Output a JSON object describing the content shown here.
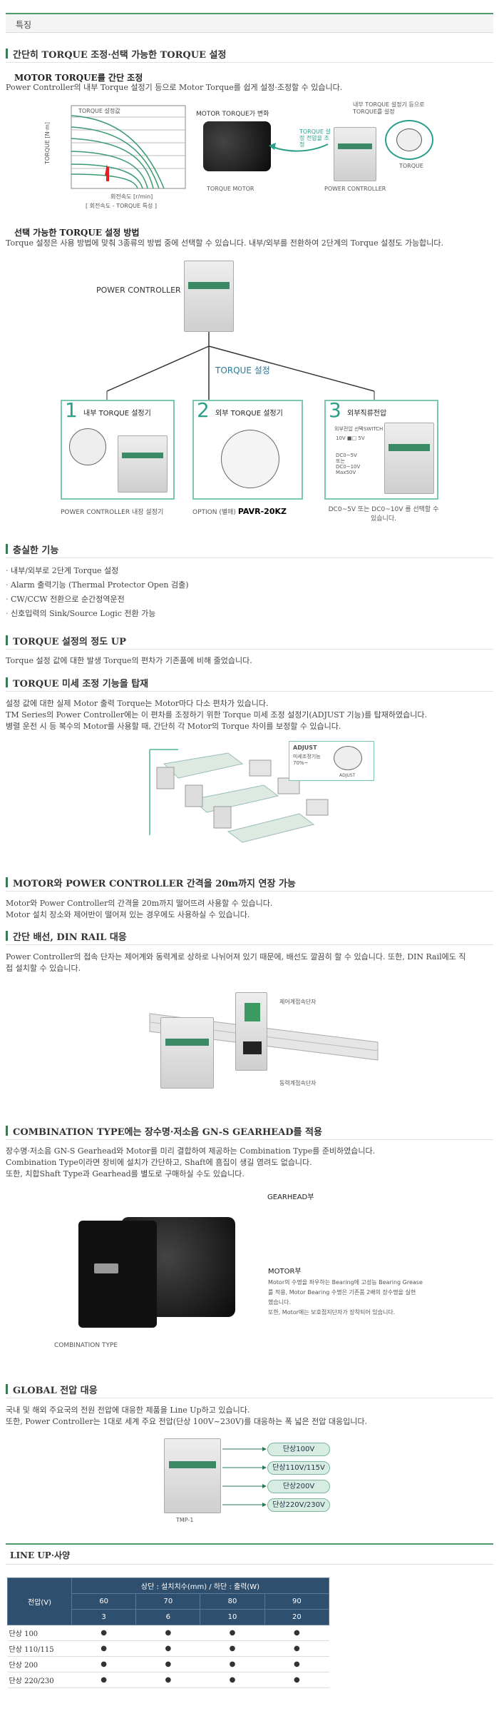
{
  "tab": {
    "label": "특징"
  },
  "s1": {
    "title": "간단히 TORQUE 조정·선택 가능한 TORQUE 설정",
    "sub1": "MOTOR TORQUE를 간단 조정",
    "p1": "Power Controller의 내부 Torque 설정기 등으로 Motor Torque를 쉽게 설정·조정할 수 있습니다.",
    "chart_caption": "[ 회전속도 - TORQUE 특성 ]",
    "chart_ylabel": "TORQUE [N·m]",
    "chart_xlabel": "회전속도 [r/min]",
    "chart_legend": "TORQUE 설정값",
    "fig_motor_title": "MOTOR TORQUE가 변화",
    "fig_arrow_label": "TORQUE 설정 전압을 조정",
    "fig_motor_label": "TORQUE MOTOR",
    "fig_pc_note": "내부 TORQUE 설정기 등으로 TORQUE를 설정",
    "fig_pc_label": "POWER CONTROLLER",
    "fig_dial_label": "TORQUE",
    "sub2": "선택 가능한 TORQUE 설정 방법",
    "p2": "Torque 설정은 사용 방법에 맞춰 3종류의 방법 중에 선택할 수 있습니다. 내부/외부를 전환하여 2단계의 Torque 설정도 가능합니다.",
    "pc_title": "POWER CONTROLLER",
    "torque_set": "TORQUE 설정",
    "opt1_num": "1",
    "opt1_title": "내부 TORQUE 설정기",
    "opt1_caption": "POWER CONTROLLER 내장 설정기",
    "opt2_num": "2",
    "opt2_title": "외부 TORQUE 설정기",
    "opt2_caption_a": "OPTION (별매)",
    "opt2_caption_b": "PAVR-20KZ",
    "opt3_num": "3",
    "opt3_title": "외부직류전압",
    "opt3_caption": "DC0~5V 또는 DC0~10V 를 선택할 수 있습니다.",
    "opt3_switch": "외부전압 선택SWITCH",
    "opt3_v1": "10V",
    "opt3_v2": "5V",
    "opt3_dc1": "DC0~5V",
    "opt3_dc2": "또는",
    "opt3_dc3": "DC0~10V",
    "opt3_dc4": "Max50V"
  },
  "s2": {
    "title": "충실한 기능",
    "bullets": [
      "내부/외부로 2단계 Torque 설정",
      "Alarm 출력기능 (Thermal Protector Open 검출)",
      "CW/CCW 전환으로 순간정역운전",
      "신호입력의 Sink/Source Logic 전환 가능"
    ]
  },
  "s3": {
    "title": "TORQUE 설정의 정도 UP",
    "p": "Torque 설정 값에 대한 발생 Torque의 편차가 기존품에 비해 줄었습니다."
  },
  "s4": {
    "title": "TORQUE 미세 조정 기능을 탑재",
    "lines": [
      "설정 값에 대한 실제 Motor 출력 Torque는 Motor마다 다소 편차가 있습니다.",
      "TM Series의 Power Controller에는 이 편차를 조정하기 위한 Torque 미세 조정 설정기(ADJUST 기능)를 탑재하였습니다.",
      "병렬 운전 시 등 복수의 Motor를 사용할 때, 간단히 각 Motor의 Torque 차이를 보정할 수 있습니다."
    ],
    "adjust_label": "ADJUST",
    "adjust_sub": "미세조정기능",
    "adjust_range": "70%~",
    "adjust_dial": "ADJUST"
  },
  "s5": {
    "title": "MOTOR와 POWER CONTROLLER 간격을 20m까지 연장 가능",
    "lines": [
      "Motor와 Power Controller의 간격을 20m까지 떨어뜨려 사용할 수 있습니다.",
      "Motor 설치 장소와 제어반이 떨어져 있는 경우에도 사용하실 수 있습니다."
    ]
  },
  "s6": {
    "title": "간단 배선, DIN RAIL 대응",
    "lines": [
      "Power Controller의 접속 단자는 제어계와 동력계로 상하로 나뉘어져 있기 때문에, 배선도 깔끔히 할 수 있습니다. 또한, DIN Rail에도 직",
      "접 설치할 수 있습니다."
    ],
    "label_top": "제어계접속단자",
    "label_bottom": "동력계접속단자"
  },
  "s7": {
    "title": "COMBINATION TYPE에는 장수명·저소음 GN-S GEARHEAD를 적용",
    "lines": [
      "장수명·저소음 GN-S Gearhead와 Motor를 미리 결합하여 제공하는 Combination Type를 준비하였습니다.",
      "Combination Type이라면 장비에 설치가 간단하고, Shaft에 흠집이 생길 염려도 없습니다.",
      "또한, 치합Shaft Type과 Gearhead를 별도로 구매하실 수도 있습니다."
    ],
    "gear_label": "GEARHEAD부",
    "motor_label": "MOTOR부",
    "motor_desc": [
      "Motor의 수명을 좌우하는 Bearing에 고성능 Bearing Grease",
      "를 적용, Motor Bearing 수명은 기존품 2배의 장수명을 실현",
      "했습니다.",
      "또한, Motor에는 보호접지단자가 장착되어 있습니다."
    ],
    "combo_label": "COMBINATION TYPE"
  },
  "s8": {
    "title": "GLOBAL 전압 대응",
    "lines": [
      "국내 및 해외 주요국의 전원 전압에 대응한 제품을 Line Up하고 있습니다.",
      "또한, Power Controller는 1대로 세계 주요 전압(단상 100V~230V)를 대응하는 폭 넓은 전압 대응입니다."
    ],
    "voltages": [
      "단상100V",
      "단상110V/115V",
      "단상200V",
      "단상220V/230V"
    ],
    "device_label": "TMP-1"
  },
  "s9": {
    "title": "LINE UP·사양",
    "header_voltage": "전압(V)",
    "header_group": "상단 : 설치치수(mm) / 하단 : 출력(W)",
    "sizes": [
      "60",
      "70",
      "80",
      "90"
    ],
    "outputs": [
      "3",
      "6",
      "10",
      "20"
    ],
    "rows": [
      {
        "label": "단상 100",
        "cells": [
          "●",
          "●",
          "●",
          "●"
        ]
      },
      {
        "label": "단상 110/115",
        "cells": [
          "●",
          "●",
          "●",
          "●"
        ]
      },
      {
        "label": "단상 200",
        "cells": [
          "●",
          "●",
          "●",
          "●"
        ]
      },
      {
        "label": "단상 220/230",
        "cells": [
          "●",
          "●",
          "●",
          "●"
        ]
      }
    ]
  },
  "colors": {
    "accent": "#3a7a52",
    "teal": "#2a9f8a",
    "table_header": "#2f4f6f"
  }
}
